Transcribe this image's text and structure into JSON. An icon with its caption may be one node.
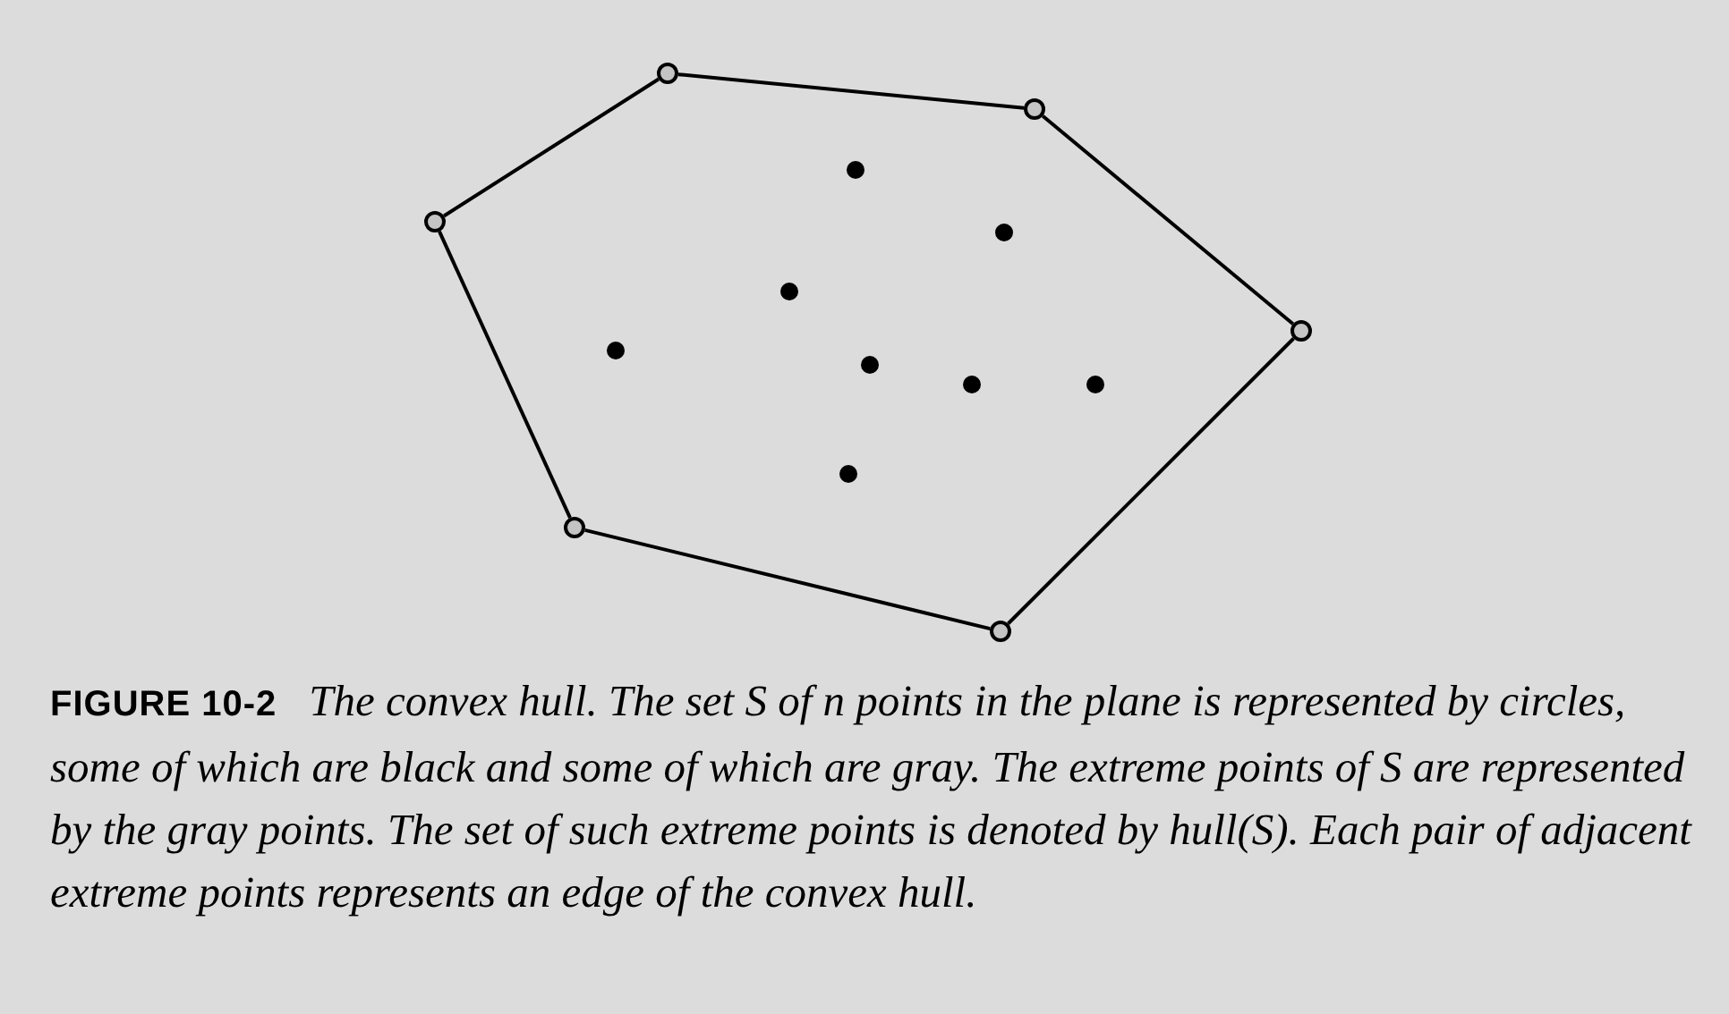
{
  "diagram": {
    "caption": "The convex hull. The set S of n points in the plane is represented by circles, some of which are black and some of which are gray. The extreme points of S are represented by the gray points. The set of such extreme points is denoted by hull(S). Each pair of adjacent extreme points represents an edge of the convex hull.",
    "labels": [
      "FIGURE 10-2"
    ],
    "nodes": [
      {
        "text": [],
        "shape": "circle"
      },
      {
        "text": [],
        "shape": "circle"
      },
      {
        "text": [],
        "shape": "circle"
      },
      {
        "text": [],
        "shape": "circle"
      },
      {
        "text": [],
        "shape": "circle"
      },
      {
        "text": [],
        "shape": "circle"
      },
      {
        "text": [],
        "shape": "dot"
      },
      {
        "text": [],
        "shape": "dot"
      },
      {
        "text": [],
        "shape": "dot"
      },
      {
        "text": [],
        "shape": "dot"
      },
      {
        "text": [],
        "shape": "dot"
      },
      {
        "text": [],
        "shape": "dot"
      },
      {
        "text": [],
        "shape": "dot"
      },
      {
        "text": [],
        "shape": "dot"
      }
    ],
    "edges": [
      {
        "from": 0,
        "to": 2,
        "arrow": "none"
      },
      {
        "from": 2,
        "to": 4,
        "arrow": "none"
      },
      {
        "from": 4,
        "to": 5,
        "arrow": "none"
      },
      {
        "from": 5,
        "to": 3,
        "arrow": "none"
      },
      {
        "from": 3,
        "to": 1,
        "arrow": "none"
      },
      {
        "from": 1,
        "to": 0,
        "arrow": "none"
      }
    ]
  }
}
